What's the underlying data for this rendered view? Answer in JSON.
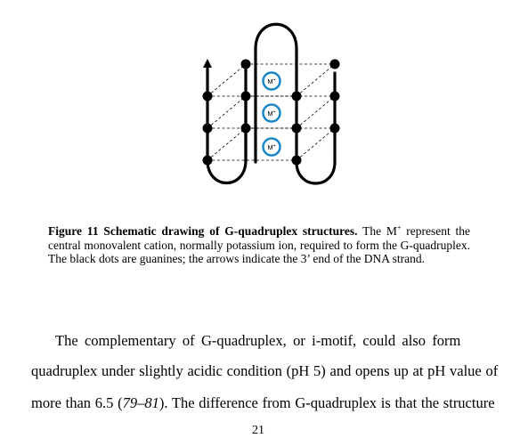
{
  "figure": {
    "ion_label": "M+",
    "ion_count": 3
  },
  "caption": {
    "heading": "Figure 11 Schematic drawing of G-quadruplex structures.",
    "text_pre": " The M",
    "text_sup": "+",
    "text_post": " represent the central monovalent cation, normally potassium ion, required to form the G-quadruplex. The black dots are guanines; the arrows indicate the 3’ end of the DNA strand."
  },
  "body": {
    "line1": "The complementary of G-quadruplex, or i-motif, could also form",
    "line2": "quadruplex under slightly acidic condition (pH 5) and opens up at pH value of",
    "line3_pre": "more than 6.5 (",
    "line3_refs": "79–81",
    "line3_post": "). The difference from G-quadruplex is that the structure",
    "page_number": "21"
  }
}
